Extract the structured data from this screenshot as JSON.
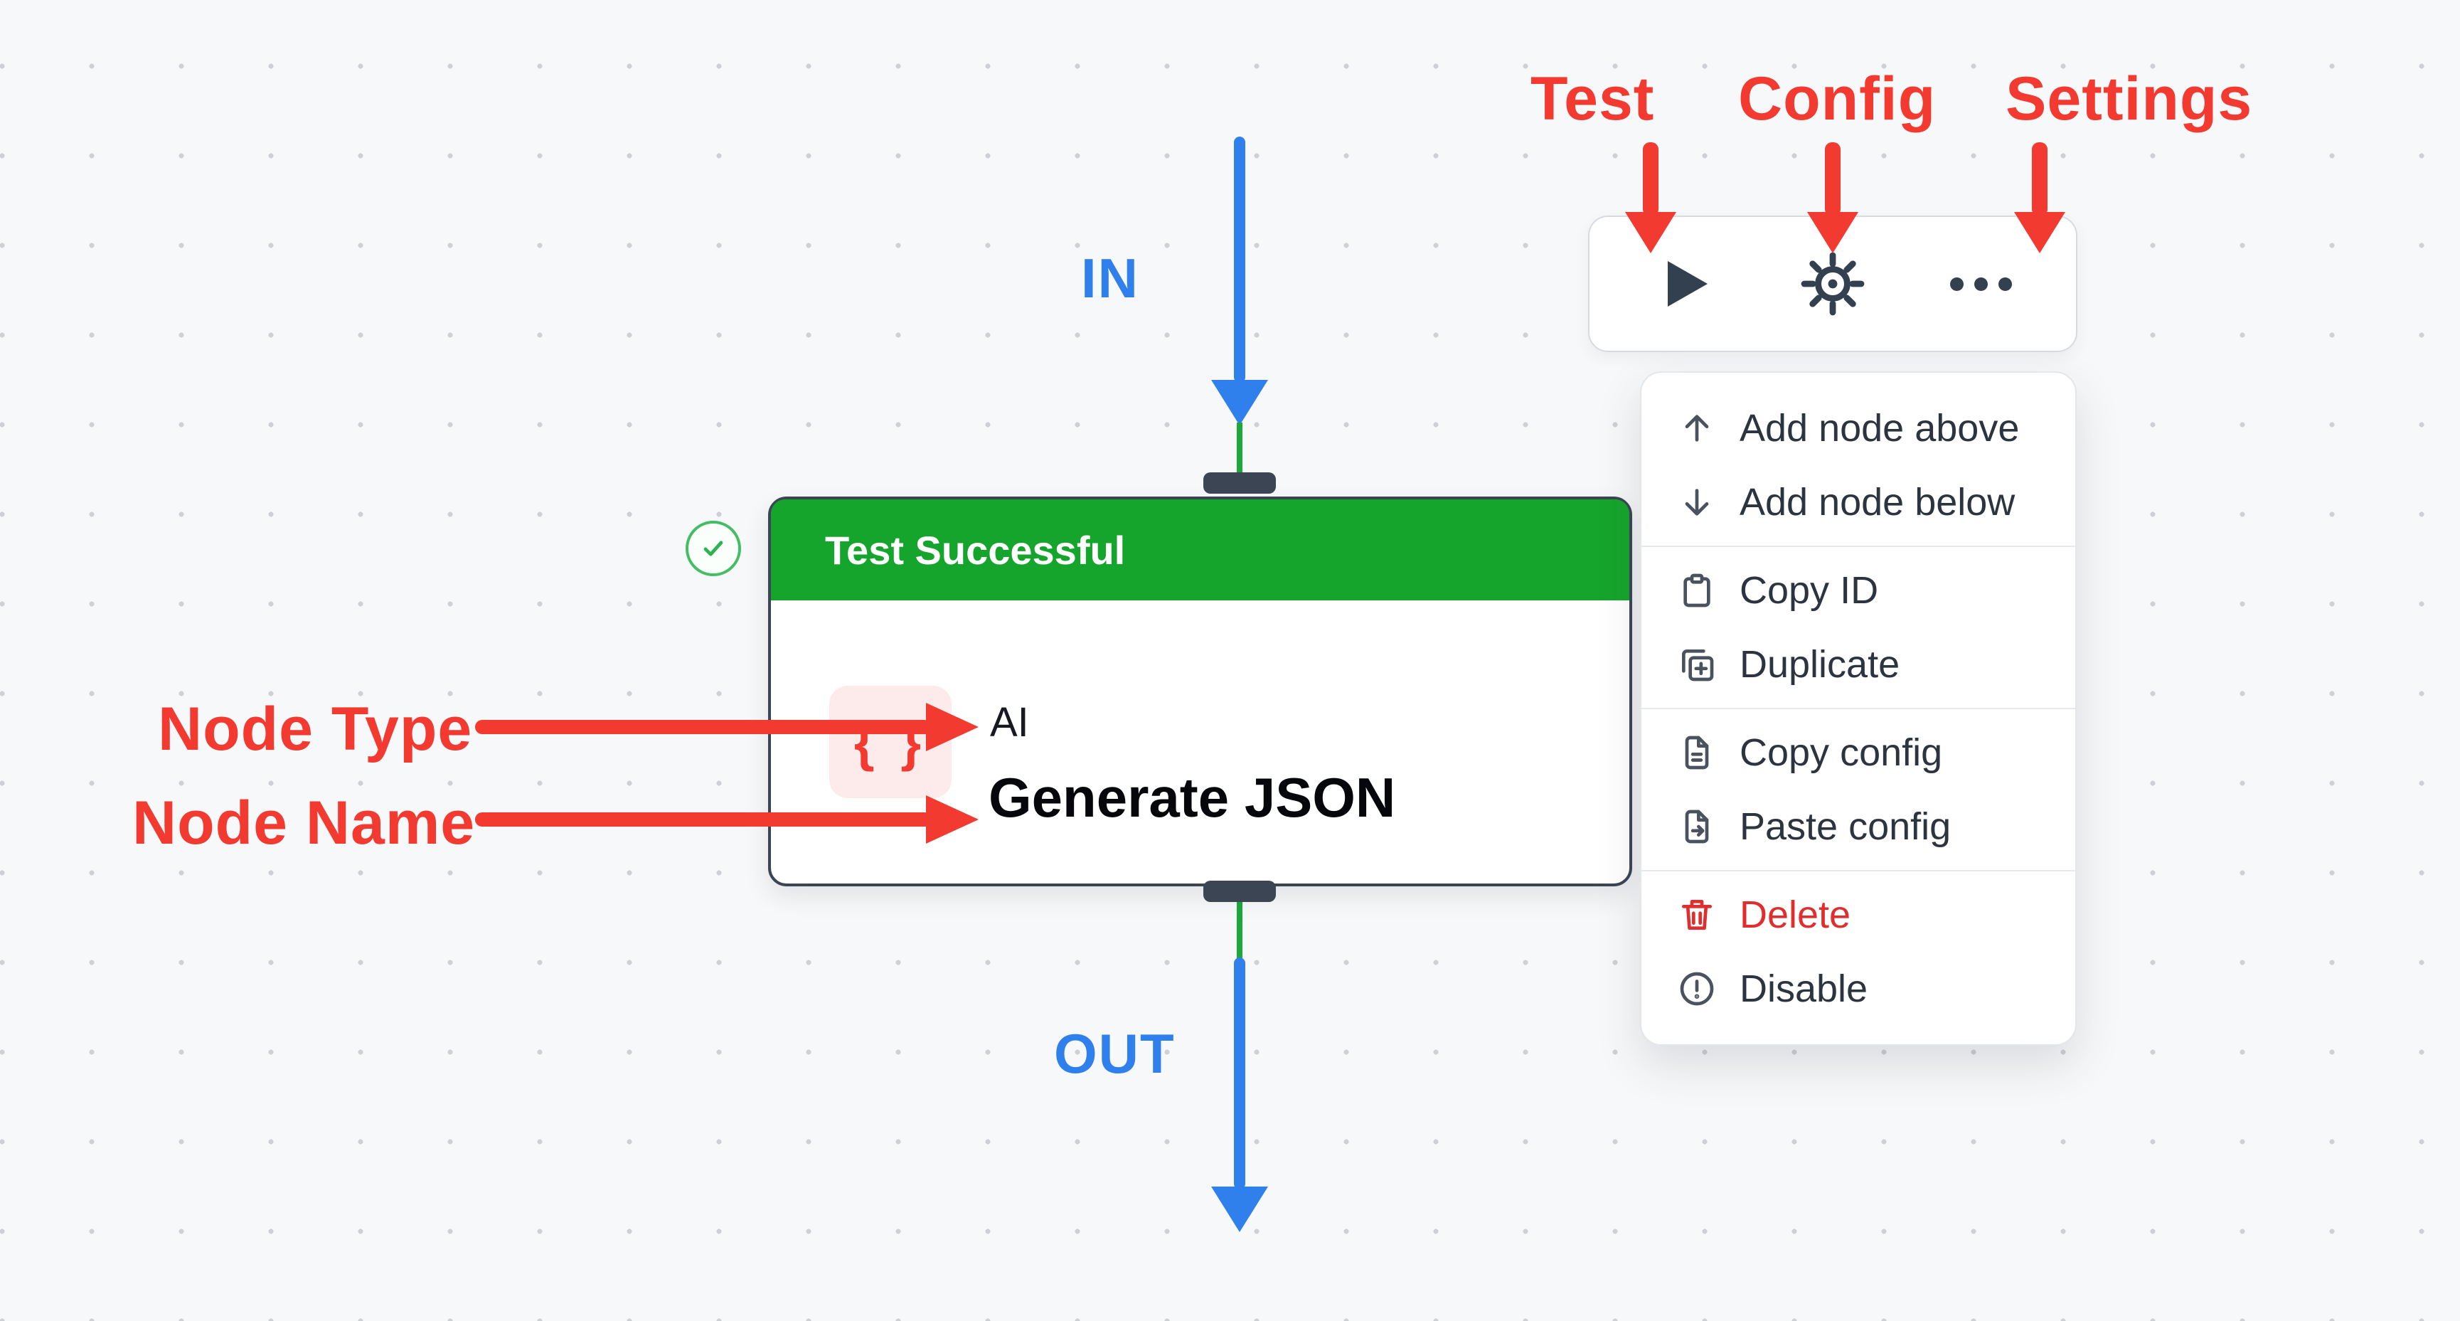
{
  "colors": {
    "annotation_red": "#F23A30",
    "flow_blue": "#2F80ED",
    "success_green": "#16A52C",
    "connector_green": "#1EA83A",
    "slate": "#33404F",
    "danger_red": "#E12D2D",
    "badge_pink_bg": "#FDEAEA"
  },
  "annotations": {
    "test": "Test",
    "config": "Config",
    "settings": "Settings",
    "node_type": "Node Type",
    "node_name": "Node Name",
    "in": "IN",
    "out": "OUT"
  },
  "node": {
    "status": "Test Successful",
    "type_badge": "{ }",
    "type_label": "AI",
    "name": "Generate JSON"
  },
  "toolbar": {
    "buttons": [
      {
        "name": "test-run",
        "icon": "play-icon"
      },
      {
        "name": "config",
        "icon": "gear-icon"
      },
      {
        "name": "settings",
        "icon": "ellipsis-icon"
      }
    ]
  },
  "menu": {
    "items": [
      {
        "label": "Add node above",
        "icon": "arrow-up-icon"
      },
      {
        "label": "Add node below",
        "icon": "arrow-down-icon"
      },
      {
        "label": "Copy ID",
        "icon": "clipboard-icon"
      },
      {
        "label": "Duplicate",
        "icon": "duplicate-icon"
      },
      {
        "label": "Copy config",
        "icon": "document-icon"
      },
      {
        "label": "Paste config",
        "icon": "document-arrow-icon"
      },
      {
        "label": "Delete",
        "icon": "trash-icon",
        "danger": true
      },
      {
        "label": "Disable",
        "icon": "exclamation-circle-icon"
      }
    ]
  }
}
